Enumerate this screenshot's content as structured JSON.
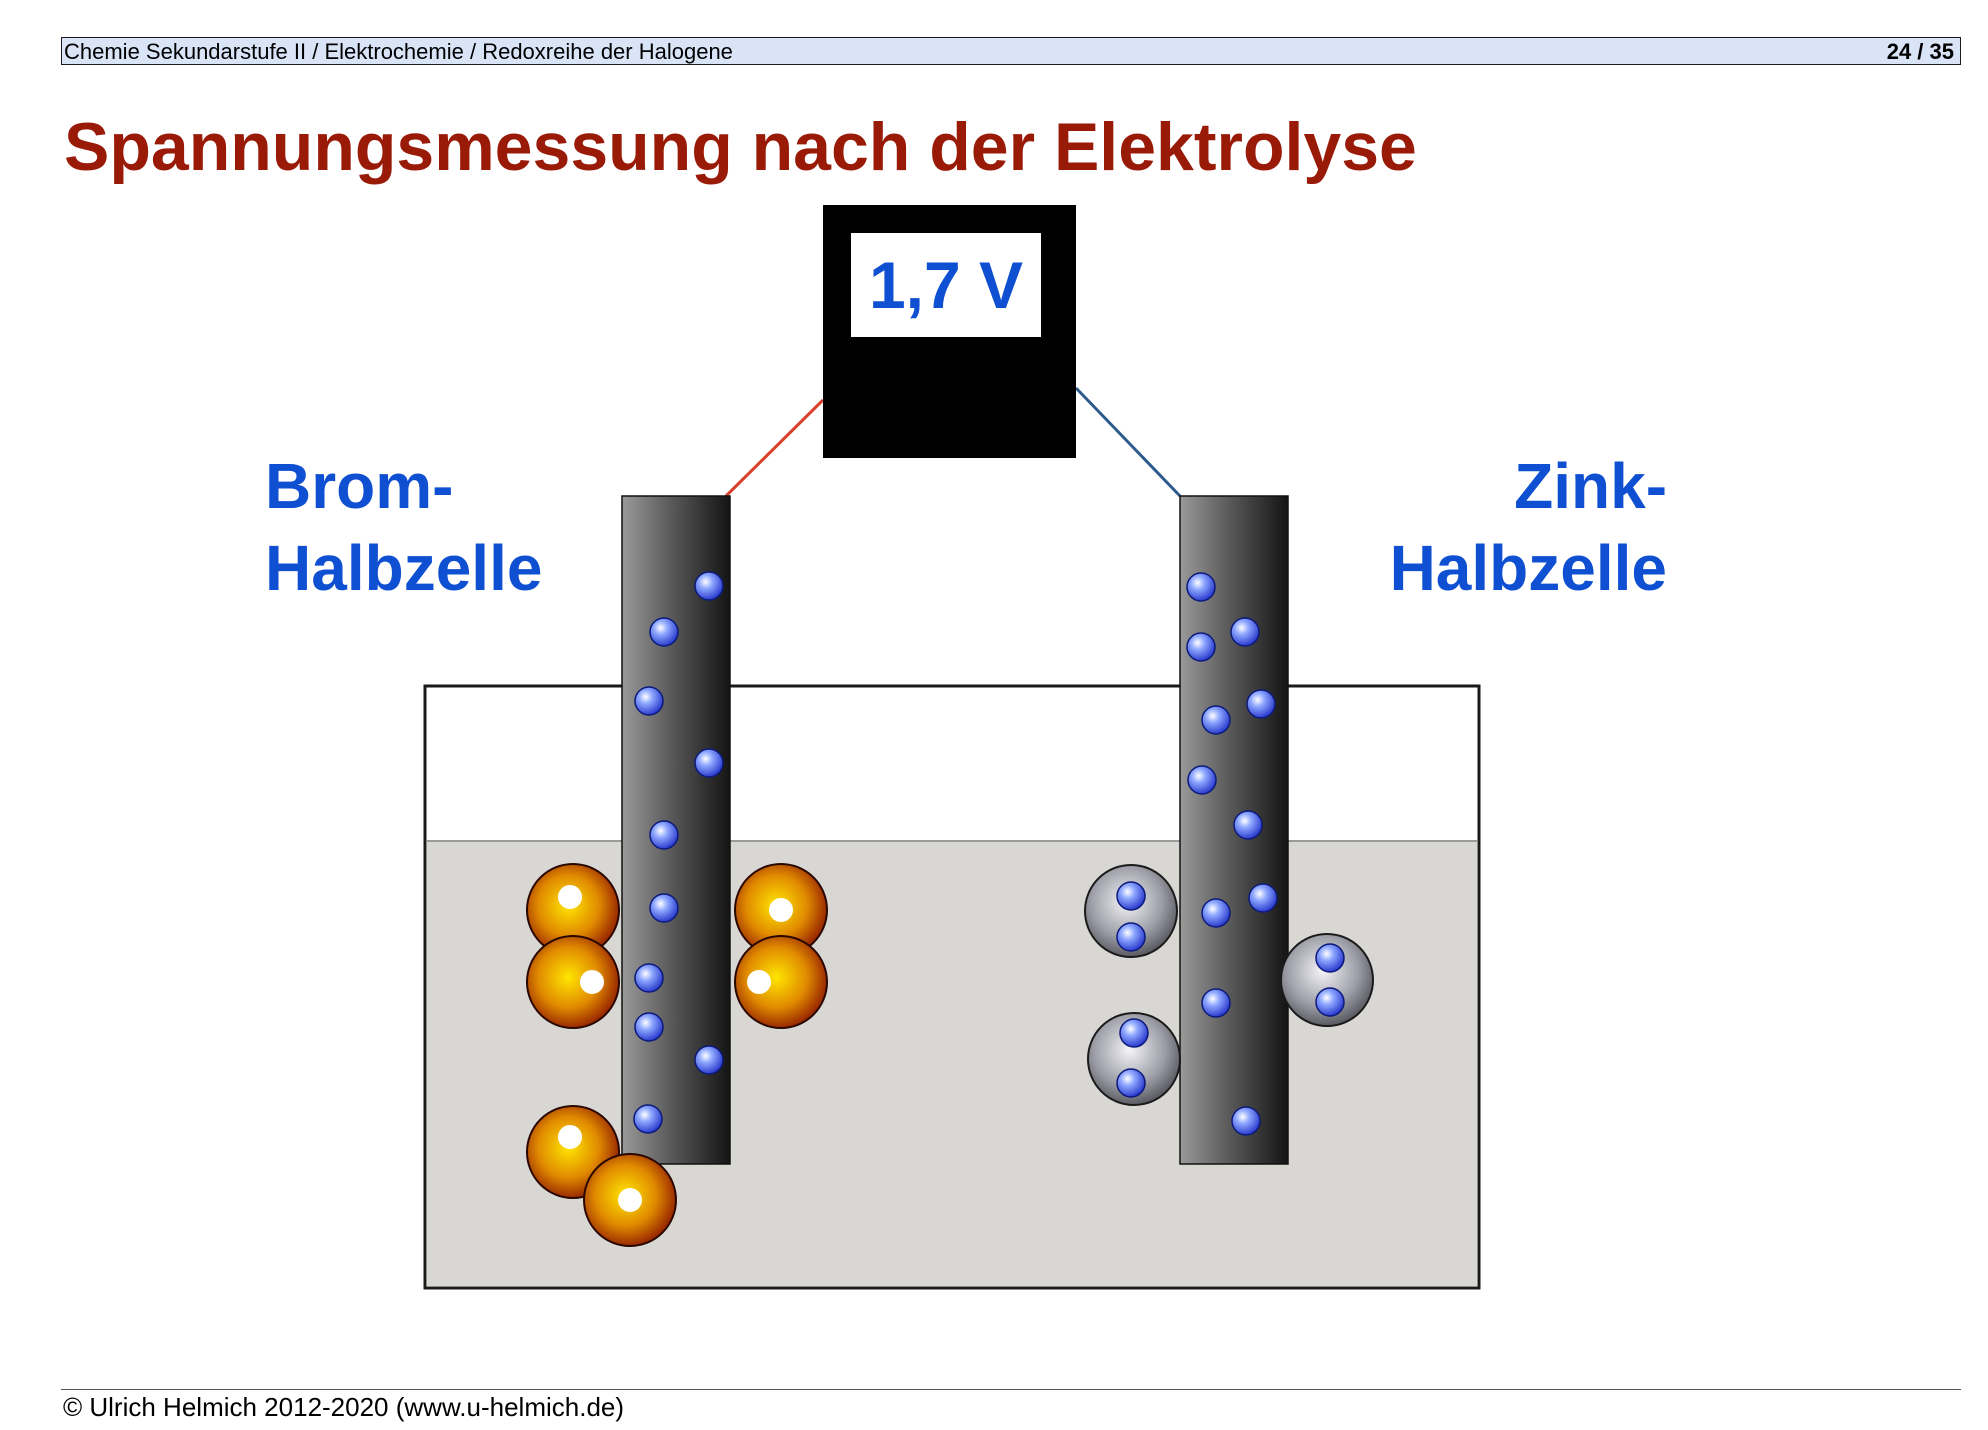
{
  "header": {
    "path": "Chemie Sekundarstufe II / Elektrochemie / Redoxreihe der Halogene",
    "page": "24 / 35"
  },
  "title": "Spannungsmessung nach der Elektrolyse",
  "voltmeter": {
    "reading": "1,7 V"
  },
  "labels": {
    "left": [
      "Brom-",
      "Halbzelle"
    ],
    "right": [
      "Zink-",
      "Halbzelle"
    ]
  },
  "colors": {
    "title": "#9a1a08",
    "label": "#0f4fd1",
    "header_bg": "#d9e4f7",
    "solution": "#d9d7d3",
    "wire_left": "#d9412b",
    "wire_right": "#2d5a8c"
  },
  "footer": {
    "copyright": "© Ulrich Helmich 2012-2020 (www.u-helmich.de)"
  }
}
